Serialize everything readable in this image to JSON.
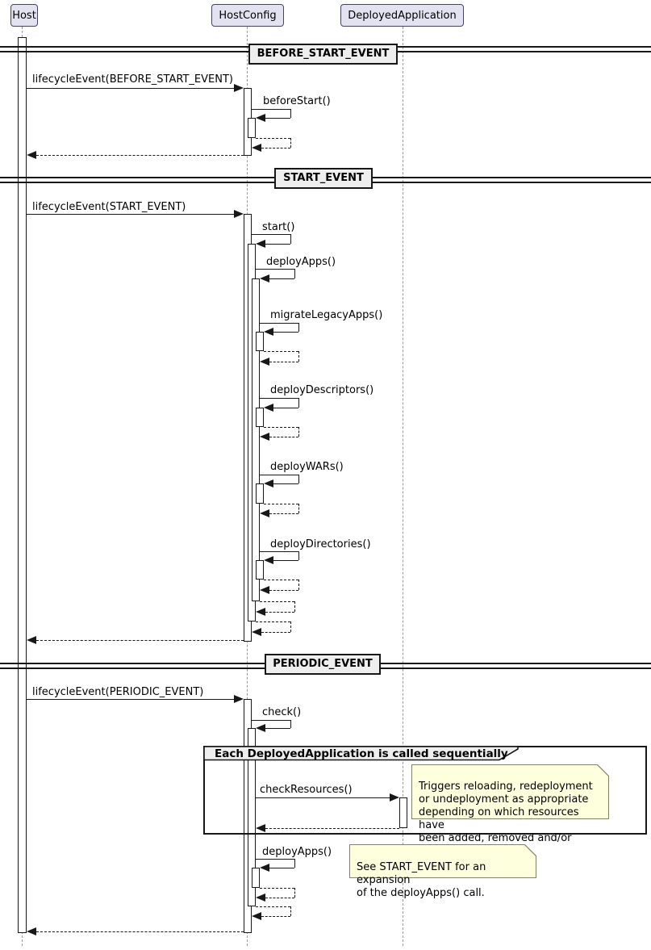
{
  "participants": [
    {
      "name": "Host"
    },
    {
      "name": "HostConfig"
    },
    {
      "name": "DeployedApplication"
    }
  ],
  "dividers": [
    {
      "label": "BEFORE_START_EVENT"
    },
    {
      "label": "START_EVENT"
    },
    {
      "label": "PERIODIC_EVENT"
    }
  ],
  "messages": {
    "lifecycle_before_start": "lifecycleEvent(BEFORE_START_EVENT)",
    "before_start": "beforeStart()",
    "lifecycle_start": "lifecycleEvent(START_EVENT)",
    "start": "start()",
    "deploy_apps": "deployApps()",
    "migrate_legacy_apps": "migrateLegacyApps()",
    "deploy_descriptors": "deployDescriptors()",
    "deploy_wars": "deployWARs()",
    "deploy_directories": "deployDirectories()",
    "lifecycle_periodic": "lifecycleEvent(PERIODIC_EVENT)",
    "check": "check()",
    "check_resources": "checkResources()",
    "deploy_apps_periodic": "deployApps()"
  },
  "group": {
    "label": "Each DeployedApplication is called sequentially"
  },
  "notes": {
    "check_resources": "Triggers reloading, redeployment\nor undeployment as appropriate\ndepending on which resources have\nbeen added, removed and/or changed.",
    "deploy_apps": "See START_EVENT for an expansion\nof the deployApps() call."
  },
  "colors": {
    "participant_fill": "#E2E2F0",
    "participant_border": "#45455F",
    "note_fill": "#FEFFDD",
    "note_border": "#83836B",
    "divider_fill": "#EEEEEE",
    "group_header_fill": "#EEEEEE",
    "line": "#181818",
    "lifeline": "#999999"
  }
}
